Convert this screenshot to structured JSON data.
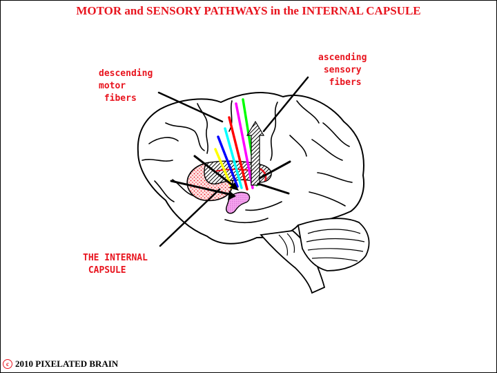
{
  "title": "MOTOR and SENSORY PATHWAYS in the INTERNAL CAPSULE",
  "labels": {
    "descending": [
      "descending",
      "motor",
      " fibers"
    ],
    "ascending": [
      "ascending",
      " sensory",
      "  fibers"
    ],
    "capsule": [
      "THE INTERNAL",
      " CAPSULE"
    ]
  },
  "footer": {
    "symbol": "c",
    "text": "2010  PIXELATED BRAIN"
  },
  "colors": {
    "label": "#e8141e",
    "fibers": [
      "#ffff00",
      "#0000ff",
      "#00ffff",
      "#ff0000",
      "#ff00ff",
      "#00ff00"
    ]
  },
  "icons": {
    "arrow": "hatched-up-arrow"
  }
}
